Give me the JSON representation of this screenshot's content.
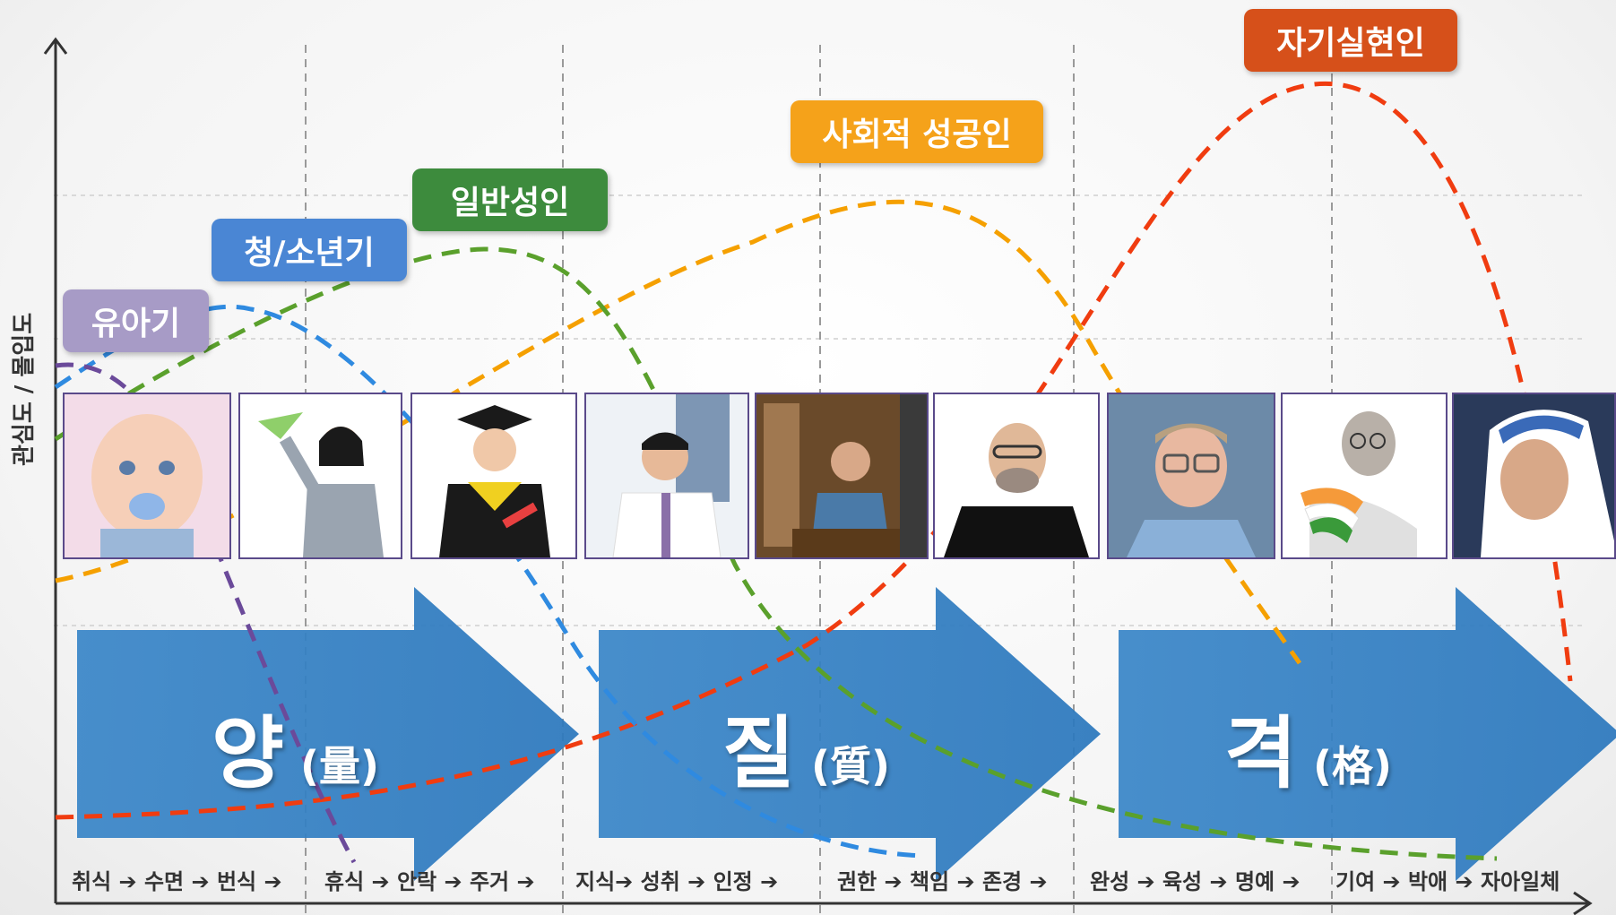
{
  "axis": {
    "y_label": "관심도 / 몰입도"
  },
  "life_stages": [
    {
      "label": "유아기",
      "color": "#a79bc6"
    },
    {
      "label": "청/소년기",
      "color": "#4a86d4"
    },
    {
      "label": "일반성인",
      "color": "#3d8b3d"
    },
    {
      "label": "사회적 성공인",
      "color": "#f5a21a"
    },
    {
      "label": "자기실현인",
      "color": "#d6501a"
    }
  ],
  "curve_colors": {
    "infant": "#6b4a9a",
    "youth": "#2f8ae0",
    "adult": "#5aa02c",
    "success": "#f5a000",
    "self": "#f03c10"
  },
  "arrows": [
    {
      "main": "양",
      "hanja": "(量)"
    },
    {
      "main": "질",
      "hanja": "(質)"
    },
    {
      "main": "격",
      "hanja": "(格)"
    }
  ],
  "arrow_color": "#2c7bc0",
  "photos": [
    {
      "subject": "baby-photo"
    },
    {
      "subject": "student-girl-photo"
    },
    {
      "subject": "graduate-photo"
    },
    {
      "subject": "businessman-photo"
    },
    {
      "subject": "executive-photo"
    },
    {
      "subject": "steve-jobs-photo"
    },
    {
      "subject": "bill-gates-photo"
    },
    {
      "subject": "gandhi-photo"
    },
    {
      "subject": "mother-teresa-photo"
    }
  ],
  "stage_words": [
    "취식 ➔ 수면 ➔ 번식 ➔",
    "휴식 ➔ 안락 ➔ 주거 ➔",
    "지식➔ 성취 ➔ 인정 ➔",
    "권한 ➔ 책임 ➔ 존경 ➔",
    "완성 ➔ 육성 ➔ 명예 ➔",
    "기여 ➔ 박애 ➔ 자아일체"
  ]
}
